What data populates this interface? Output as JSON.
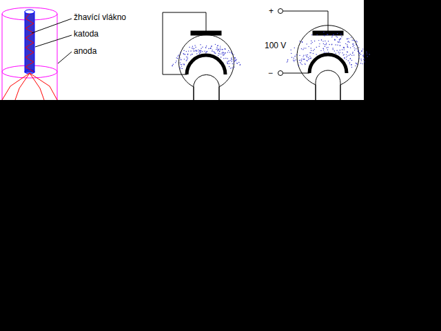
{
  "diagram": {
    "labels": [
      "žhavící vlákno",
      "katoda",
      "anoda",
      "+",
      "100 V",
      "−"
    ]
  }
}
